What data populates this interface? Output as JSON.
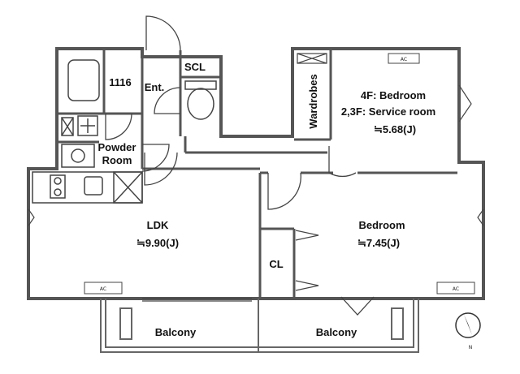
{
  "rooms": {
    "bath_number": "1116",
    "entrance": "Ent.",
    "scl": "SCL",
    "powder_room_line1": "Powder",
    "powder_room_line2": "Room",
    "wardrobes": "Wardrobes",
    "bedroom_top_line1": "4F: Bedroom",
    "bedroom_top_line2": "2,3F: Service room",
    "bedroom_top_area": "≒5.68(J)",
    "ldk": "LDK",
    "ldk_area": "≒9.90(J)",
    "bedroom": "Bedroom",
    "bedroom_area": "≒7.45(J)",
    "closet": "CL",
    "balcony_left": "Balcony",
    "balcony_right": "Balcony"
  },
  "ac_labels": {
    "top": "AC",
    "ldk": "AC",
    "bedroom": "AC"
  },
  "compass": {
    "north": "N"
  },
  "colors": {
    "wall": "#555555",
    "line": "#333333",
    "background": "#ffffff"
  }
}
